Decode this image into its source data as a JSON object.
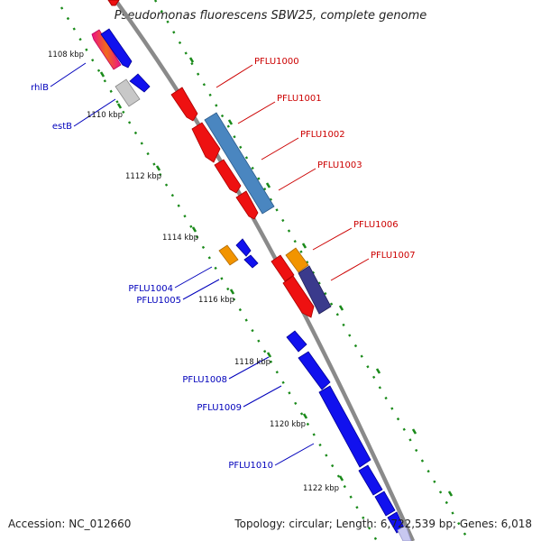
{
  "title": "Pseudomonas fluorescens SBW25, complete genome",
  "footer": {
    "accession": "Accession: NC_012660",
    "summary": "Topology: circular; Length: 6,722,539 bp; Genes: 6,018"
  },
  "ruler": [
    {
      "label": "1108 kbp"
    },
    {
      "label": "1110 kbp"
    },
    {
      "label": "1112 kbp"
    },
    {
      "label": "1114 kbp"
    },
    {
      "label": "1116 kbp"
    },
    {
      "label": "1118 kbp"
    },
    {
      "label": "1120 kbp"
    },
    {
      "label": "1122 kbp"
    }
  ],
  "gene_labels_forward": [
    "PFLU1000",
    "PFLU1001",
    "PFLU1002",
    "PFLU1003",
    "PFLU1006",
    "PFLU1007"
  ],
  "gene_labels_reverse": [
    "rhlB",
    "estB",
    "PFLU1004",
    "PFLU1005",
    "PFLU1008",
    "PFLU1009",
    "PFLU1010"
  ],
  "colors": {
    "backbone": "#8a8a8a",
    "forward_label": "#cc0000",
    "reverse_label": "#0000bb",
    "dots": "#1a8a1a",
    "gene_red": "#ee1111",
    "gene_blue": "#1111ee",
    "gene_steel": "#4a86c0",
    "gene_orange": "#f29400",
    "gene_purple": "#3a3a8c",
    "gene_gray": "#c8c8c8"
  }
}
